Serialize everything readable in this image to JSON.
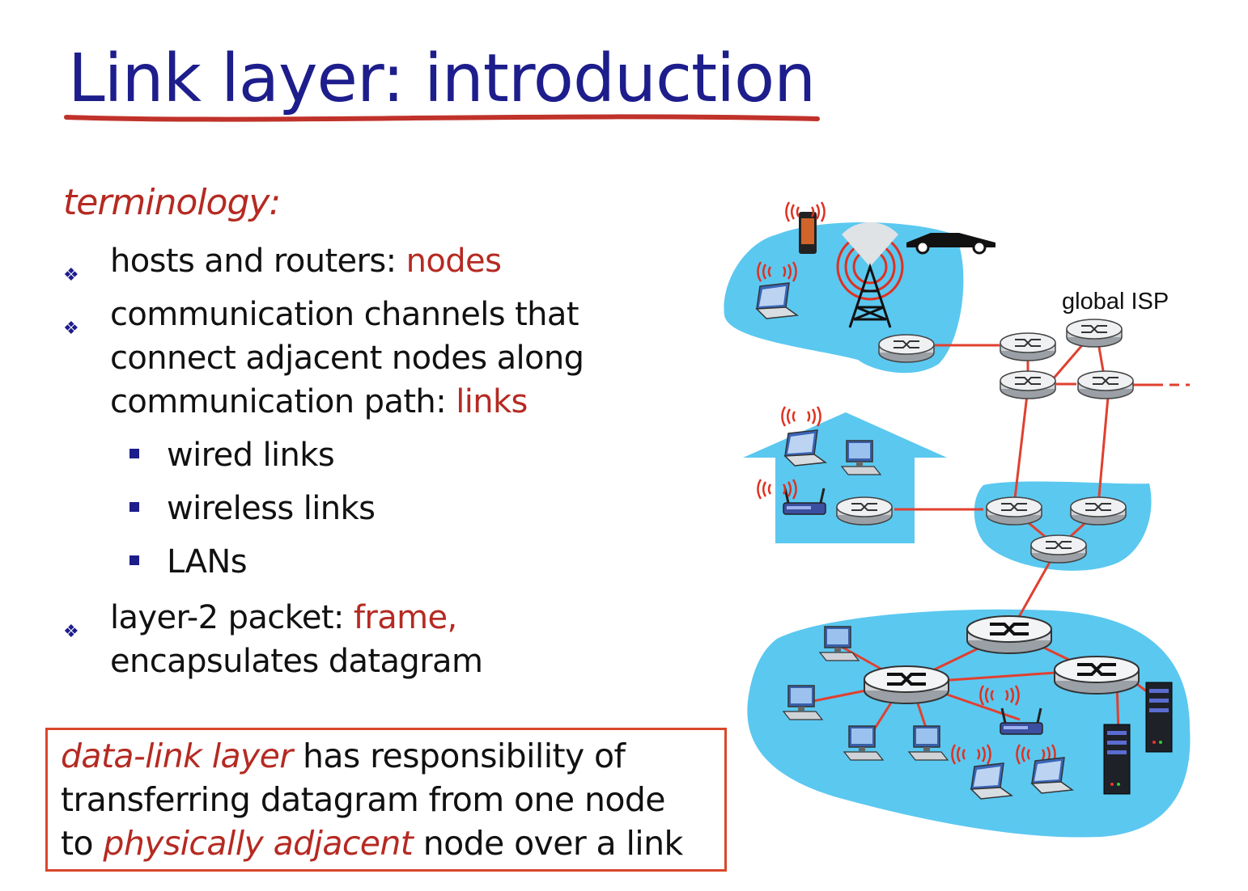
{
  "title": "Link layer: introduction",
  "terminology_heading": "terminology:",
  "bullets": {
    "nodes_prefix": "hosts and routers: ",
    "nodes_term": "nodes",
    "links_line1": "communication channels that",
    "links_line2": "connect adjacent nodes along",
    "links_line3_prefix": "communication path: ",
    "links_term": "links",
    "frame_prefix": "layer-2 packet: ",
    "frame_term": "frame,",
    "frame_line2": "encapsulates datagram"
  },
  "sub_bullets": [
    "wired links",
    "wireless links",
    "LANs"
  ],
  "definition": {
    "term": "data-link layer",
    "line1_rest": " has responsibility of",
    "line2": "transferring datagram from one node",
    "line3_prefix": "to ",
    "line3_term": "physically adjacent",
    "line3_rest": " node over a link"
  },
  "diagram": {
    "isp_label": "global ISP"
  },
  "colors": {
    "title": "#1d1d8c",
    "accent_red": "#b52a22",
    "box_border": "#d9472b",
    "network_blue": "#5bc8f0",
    "link_red": "#e04030"
  }
}
